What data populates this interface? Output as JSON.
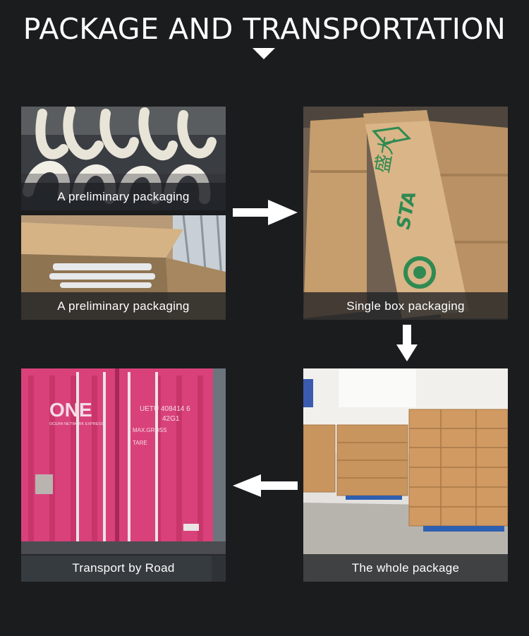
{
  "heading": {
    "title": "PACKAGE AND TRANSPORTATION"
  },
  "panels": {
    "preliminary_1": {
      "caption": "A preliminary packaging"
    },
    "preliminary_2": {
      "caption": "A preliminary packaging"
    },
    "single_box": {
      "caption": "Single box packaging",
      "box_print_brand": "盛大",
      "box_print_logo": "STA"
    },
    "whole_package": {
      "caption": "The whole package"
    },
    "transport_road": {
      "caption": "Transport by Road",
      "container_brand": "ONE",
      "container_sub": "OCEAN NETWORK EXPRESS",
      "container_code": "UETU 408414 6",
      "container_type": "42G1",
      "container_spec_1": "MAX.GROSS",
      "container_spec_2": "TARE"
    }
  },
  "colors": {
    "background": "#1b1c1e",
    "arrow": "#ffffff",
    "caption_bg": "#1e2024",
    "container_pink": "#d9417a",
    "cardboard": "#c99c6a"
  },
  "icons": [
    "arrow-right-icon",
    "arrow-down-icon",
    "arrow-left-icon",
    "caret-down-icon"
  ]
}
